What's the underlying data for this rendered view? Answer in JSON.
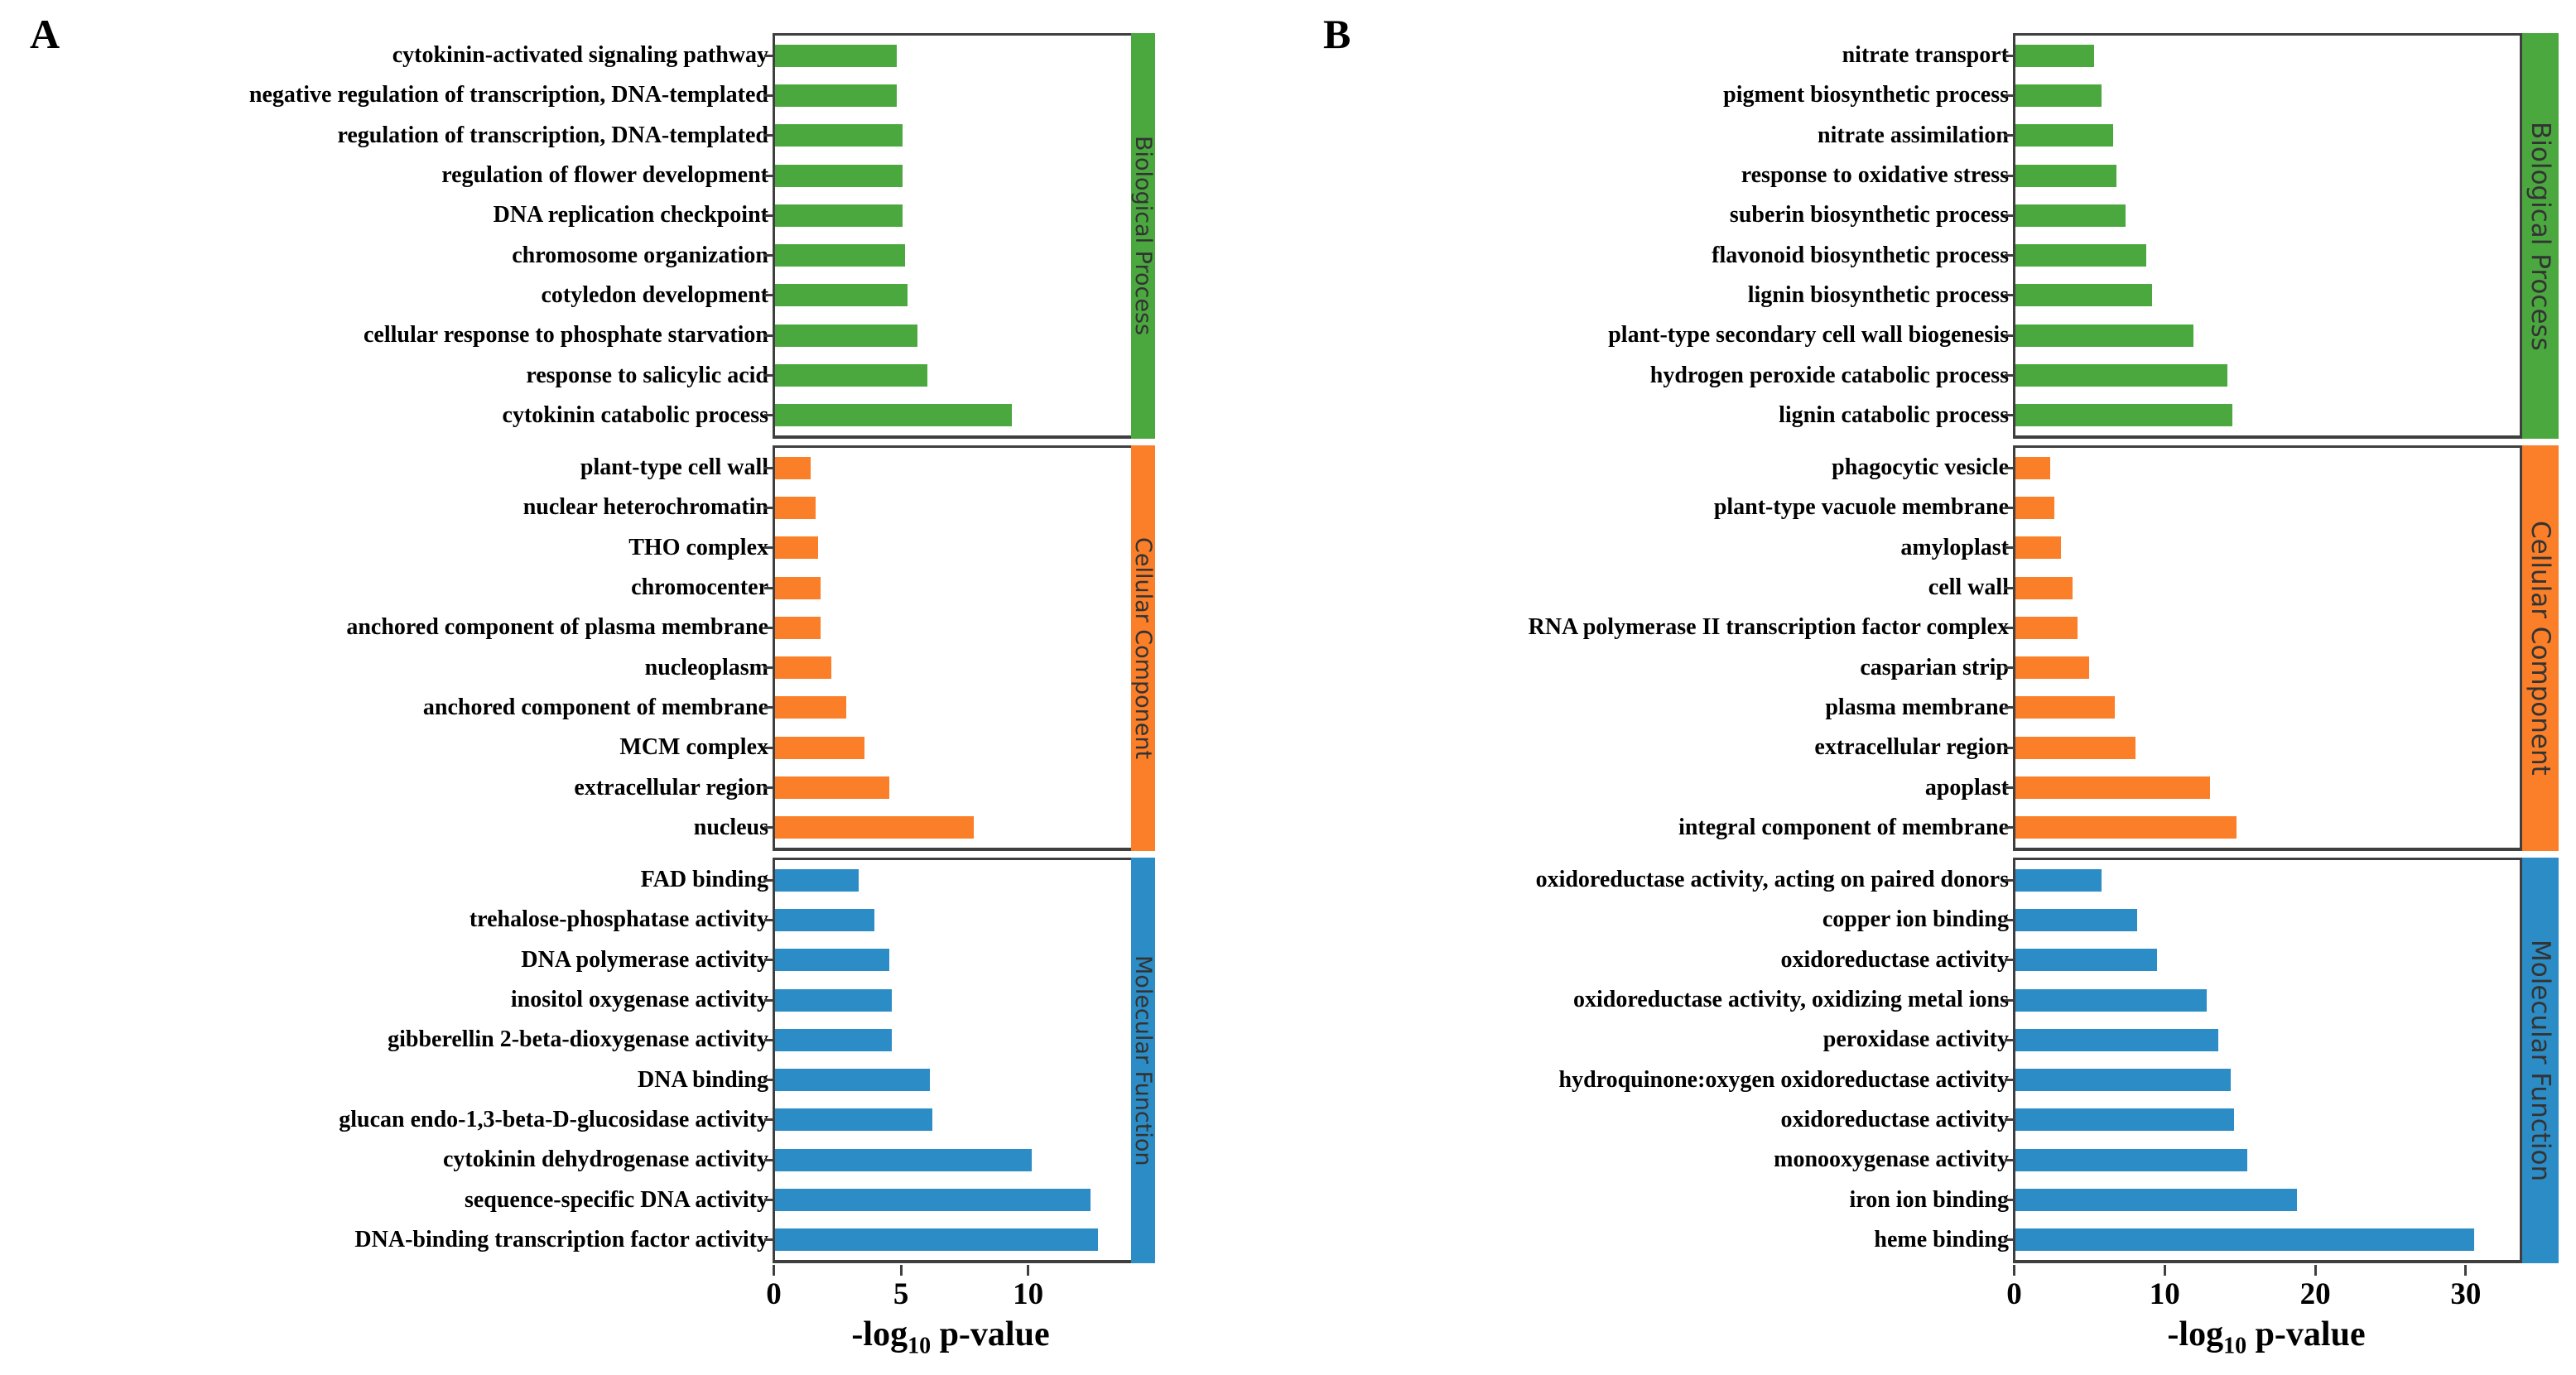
{
  "chart_data": [
    {
      "type": "bar",
      "panel_label": "A",
      "orientation": "horizontal",
      "xlabel": "-log10 p-value",
      "xlabel_prefix": "-log",
      "xlabel_sub": "10",
      "xlabel_suffix": " p-value",
      "xlim": [
        0,
        14
      ],
      "xticks": [
        0,
        5,
        10
      ],
      "grid": false,
      "groups": [
        {
          "title": "Biological Process",
          "color": "#4ba83f",
          "categories": [
            "cytokinin-activated signaling pathway",
            "negative regulation of transcription, DNA-templated",
            "regulation of transcription, DNA-templated",
            "regulation of flower development",
            "DNA replication checkpoint",
            "chromosome organization",
            "cotyledon development",
            "cellular response to phosphate starvation",
            "response to salicylic acid",
            "cytokinin catabolic process"
          ],
          "values": [
            4.8,
            4.8,
            5.0,
            5.0,
            5.0,
            5.1,
            5.2,
            5.6,
            6.0,
            9.3
          ]
        },
        {
          "title": "Cellular Component",
          "color": "#fb7e28",
          "categories": [
            "plant-type cell wall",
            "nuclear heterochromatin",
            "THO complex",
            "chromocenter",
            "anchored component of plasma membrane",
            "nucleoplasm",
            "anchored component of membrane",
            "MCM complex",
            "extracellular region",
            "nucleus"
          ],
          "values": [
            1.4,
            1.6,
            1.7,
            1.8,
            1.8,
            2.2,
            2.8,
            3.5,
            4.5,
            7.8
          ]
        },
        {
          "title": "Molecular Function",
          "color": "#2b8cc6",
          "categories": [
            "FAD binding",
            "trehalose-phosphatase activity",
            "DNA polymerase activity",
            "inositol oxygenase activity",
            "gibberellin 2-beta-dioxygenase activity",
            "DNA binding",
            "glucan endo-1,3-beta-D-glucosidase activity",
            "cytokinin dehydrogenase activity",
            "sequence-specific DNA activity",
            "DNA-binding transcription factor activity"
          ],
          "values": [
            3.3,
            3.9,
            4.5,
            4.6,
            4.6,
            6.1,
            6.2,
            10.1,
            12.4,
            12.7
          ]
        }
      ]
    },
    {
      "type": "bar",
      "panel_label": "B",
      "orientation": "horizontal",
      "xlabel": "-log10 p-value",
      "xlabel_prefix": "-log",
      "xlabel_sub": "10",
      "xlabel_suffix": " p-value",
      "xlim": [
        0,
        33.5
      ],
      "xticks": [
        0,
        10,
        20,
        30
      ],
      "grid": false,
      "groups": [
        {
          "title": "Biological Process",
          "color": "#4ba83f",
          "categories": [
            "nitrate transport",
            "pigment biosynthetic process",
            "nitrate assimilation",
            "response to oxidative stress",
            "suberin biosynthetic process",
            "flavonoid biosynthetic process",
            "lignin biosynthetic process",
            "plant-type secondary cell wall biogenesis",
            "hydrogen peroxide catabolic process",
            "lignin catabolic process"
          ],
          "values": [
            5.2,
            5.7,
            6.5,
            6.7,
            7.3,
            8.7,
            9.1,
            11.8,
            14.1,
            14.4
          ]
        },
        {
          "title": "Cellular Component",
          "color": "#fb7e28",
          "categories": [
            "phagocytic vesicle",
            "plant-type vacuole membrane",
            "amyloplast",
            "cell wall",
            "RNA polymerase II transcription factor complex",
            "casparian strip",
            "plasma membrane",
            "extracellular region",
            "apoplast",
            "integral component of membrane"
          ],
          "values": [
            2.3,
            2.6,
            3.0,
            3.8,
            4.1,
            4.9,
            6.6,
            8.0,
            12.9,
            14.7
          ]
        },
        {
          "title": "Molecular Function",
          "color": "#2b8cc6",
          "categories": [
            "oxidoreductase activity, acting on paired donors",
            "copper ion binding",
            "oxidoreductase activity",
            "oxidoreductase activity, oxidizing metal ions",
            "peroxidase activity",
            "hydroquinone:oxygen oxidoreductase activity",
            "oxidoreductase activity",
            "monooxygenase activity",
            "iron ion binding",
            "heme binding"
          ],
          "values": [
            5.7,
            8.1,
            9.4,
            12.7,
            13.5,
            14.3,
            14.5,
            15.4,
            18.7,
            30.5
          ]
        }
      ]
    }
  ]
}
